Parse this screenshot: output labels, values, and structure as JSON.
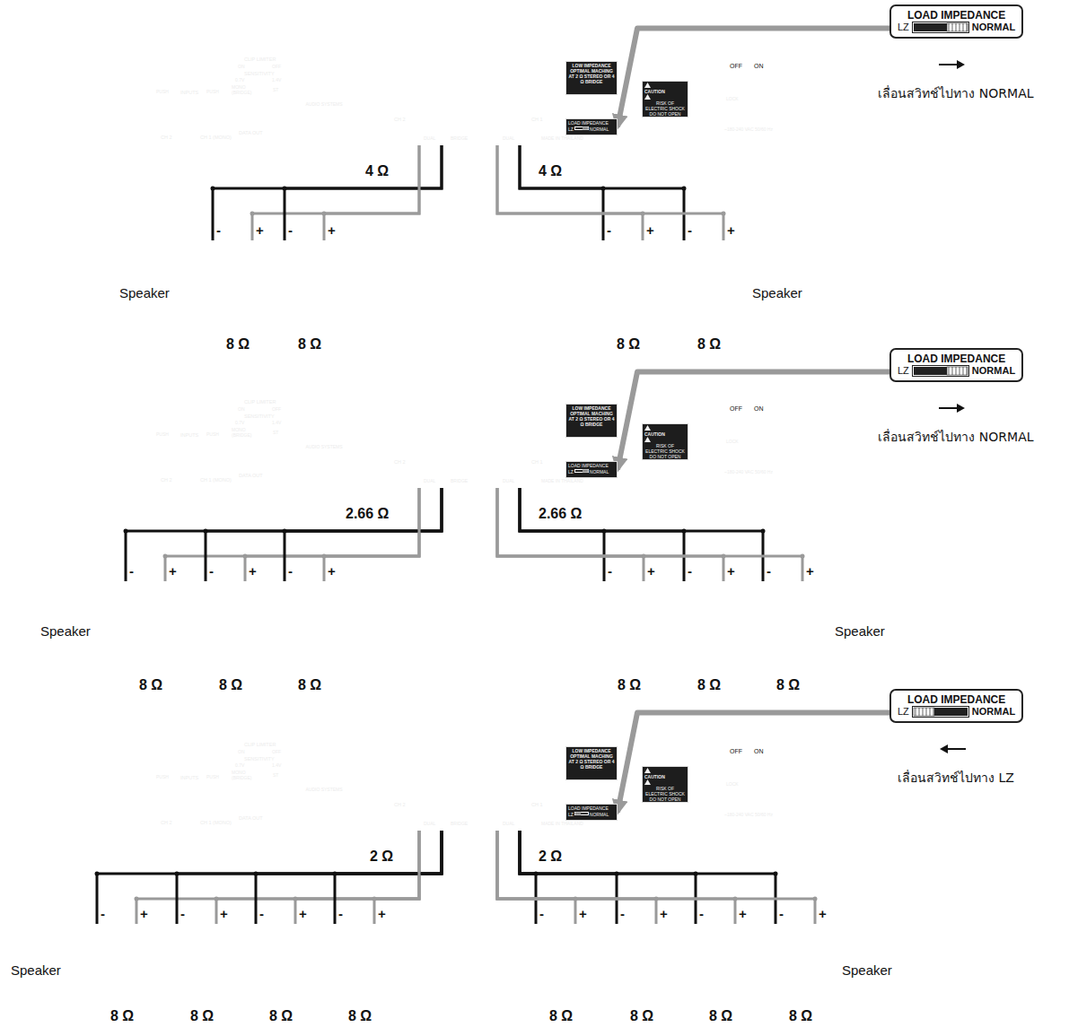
{
  "diagram": {
    "nodes": [
      {
        "text": [
          "LOAD IMPEDANCE",
          "LZ",
          "NORMAL"
        ]
      },
      {
        "text": [
          "CLIP LIMITER",
          "ON",
          "OFF",
          "SENSITIVITY",
          "0.7V",
          "1.4V",
          "MONO (BRIDGE)",
          "ST",
          "PUSH",
          "INPUTS",
          "PUSH",
          "CH 2",
          "CH 1 (MONO)",
          "DATA OUT",
          "TAFN",
          "AUDIO SYSTEMS",
          "CH 2",
          "DUAL",
          "BRIDGE",
          "DUAL",
          "CH 1",
          "MADE IN THAILAND",
          "OFF",
          "ON",
          "LOCK",
          "~180-240 VAC 50/60 Hz"
        ]
      },
      {
        "text": [
          "LOW IMPEDANCE OPTIMAL MACHING AT 2 Ω STEREO OR 4 Ω BRIDGE"
        ],
        "in": 1
      },
      {
        "text": [
          "LOAD IMPEDANCE",
          "LZ",
          "NORMAL"
        ],
        "in": 1
      },
      {
        "text": [
          "CAUTION",
          "RISK OF ELECTRIC SHOCK DO NOT OPEN"
        ],
        "in": 1
      },
      {
        "text": [
          "-",
          "+",
          "8 Ω"
        ]
      },
      {
        "text": [
          "-",
          "+",
          "8 Ω"
        ]
      },
      {
        "text": [
          "-",
          "+",
          "8 Ω"
        ]
      },
      {
        "text": [
          "-",
          "+",
          "8 Ω"
        ]
      },
      {
        "text": [
          "LOAD IMPEDANCE",
          "LZ",
          "NORMAL"
        ]
      },
      {
        "text": [
          "CLIP LIMITER",
          "ON",
          "OFF",
          "SENSITIVITY",
          "0.7V",
          "1.4V",
          "MONO (BRIDGE)",
          "ST",
          "PUSH",
          "INPUTS",
          "PUSH",
          "CH 2",
          "CH 1 (MONO)",
          "DATA OUT",
          "TAFN",
          "AUDIO SYSTEMS",
          "CH 2",
          "DUAL",
          "BRIDGE",
          "DUAL",
          "CH 1",
          "MADE IN THAILAND",
          "OFF",
          "ON",
          "LOCK",
          "~180-240 VAC 50/60 Hz"
        ]
      },
      {
        "text": [
          "LOW IMPEDANCE OPTIMAL MACHING AT 2 Ω STEREO OR 4 Ω BRIDGE"
        ],
        "in": 10
      },
      {
        "text": [
          "LOAD IMPEDANCE",
          "LZ",
          "NORMAL"
        ],
        "in": 10
      },
      {
        "text": [
          "CAUTION",
          "RISK OF ELECTRIC SHOCK DO NOT OPEN"
        ],
        "in": 10
      },
      {
        "text": [
          "-",
          "+",
          "8 Ω"
        ]
      },
      {
        "text": [
          "-",
          "+",
          "8 Ω"
        ]
      },
      {
        "text": [
          "-",
          "+",
          "8 Ω"
        ]
      },
      {
        "text": [
          "-",
          "+",
          "8 Ω"
        ]
      },
      {
        "text": [
          "-",
          "+",
          "8 Ω"
        ]
      },
      {
        "text": [
          "-",
          "+",
          "8 Ω"
        ]
      },
      {
        "text": [
          "LOAD IMPEDANCE",
          "LZ",
          "NORMAL"
        ]
      },
      {
        "text": [
          "CLIP LIMITER",
          "ON",
          "OFF",
          "SENSITIVITY",
          "0.7V",
          "1.4V",
          "MONO (BRIDGE)",
          "ST",
          "PUSH",
          "INPUTS",
          "PUSH",
          "CH 2",
          "CH 1 (MONO)",
          "DATA OUT",
          "TAFN",
          "AUDIO SYSTEMS",
          "CH 2",
          "DUAL",
          "BRIDGE",
          "DUAL",
          "CH 1",
          "MADE IN THAILAND",
          "OFF",
          "ON",
          "LOCK",
          "~180-240 VAC 50/60 Hz"
        ]
      },
      {
        "text": [
          "LOW IMPEDANCE OPTIMAL MACHING AT 2 Ω STEREO OR 4 Ω BRIDGE"
        ],
        "in": 21
      },
      {
        "text": [
          "LOAD IMPEDANCE",
          "LZ",
          "NORMAL"
        ],
        "in": 21
      },
      {
        "text": [
          "CAUTION",
          "RISK OF ELECTRIC SHOCK DO NOT OPEN"
        ],
        "in": 21
      },
      {
        "text": [
          "-",
          "+",
          "8 Ω"
        ]
      },
      {
        "text": [
          "-",
          "+",
          "8 Ω"
        ]
      },
      {
        "text": [
          "-",
          "+",
          "8 Ω"
        ]
      },
      {
        "text": [
          "-",
          "+",
          "8 Ω"
        ]
      },
      {
        "text": [
          "-",
          "+",
          "8 Ω"
        ]
      },
      {
        "text": [
          "-",
          "+",
          "8 Ω"
        ]
      },
      {
        "text": [
          "-",
          "+",
          "8 Ω"
        ]
      },
      {
        "text": [
          "-",
          "+",
          "8 Ω"
        ]
      }
    ],
    "edges": [
      {
        "from": 0,
        "to": 3,
        "arrow": "to"
      },
      {
        "from": 1,
        "to": 5,
        "arrow": "none"
      },
      {
        "from": 1,
        "to": 6,
        "arrow": "none"
      },
      {
        "from": 1,
        "to": 7,
        "arrow": "none"
      },
      {
        "from": 1,
        "to": 8,
        "arrow": "none"
      },
      {
        "from": 9,
        "to": 12,
        "arrow": "to"
      },
      {
        "from": 10,
        "to": 14,
        "arrow": "none"
      },
      {
        "from": 10,
        "to": 15,
        "arrow": "none"
      },
      {
        "from": 10,
        "to": 16,
        "arrow": "none"
      },
      {
        "from": 10,
        "to": 17,
        "arrow": "none"
      },
      {
        "from": 10,
        "to": 18,
        "arrow": "none"
      },
      {
        "from": 10,
        "to": 19,
        "arrow": "none"
      },
      {
        "from": 20,
        "to": 23,
        "arrow": "to"
      },
      {
        "from": 21,
        "to": 25,
        "arrow": "none"
      },
      {
        "from": 21,
        "to": 26,
        "arrow": "none"
      },
      {
        "from": 21,
        "to": 27,
        "arrow": "none"
      },
      {
        "from": 21,
        "to": 28,
        "arrow": "none"
      },
      {
        "from": 21,
        "to": 29,
        "arrow": "none"
      },
      {
        "from": 21,
        "to": 30,
        "arrow": "none"
      },
      {
        "from": 21,
        "to": 31,
        "arrow": "none"
      },
      {
        "from": 21,
        "to": 32,
        "arrow": "none"
      }
    ],
    "labels": [
      "เลื่อนสวิทช์ไปทาง NORMAL",
      "4 Ω",
      "4 Ω",
      "Speaker",
      "Speaker",
      "เลื่อนสวิทช์ไปทาง NORMAL",
      "2.66 Ω",
      "2.66 Ω",
      "Speaker",
      "Speaker",
      "เลื่อนสวิทช์ไปทาง LZ",
      "2 Ω",
      "2 Ω",
      "Speaker",
      "Speaker"
    ]
  }
}
